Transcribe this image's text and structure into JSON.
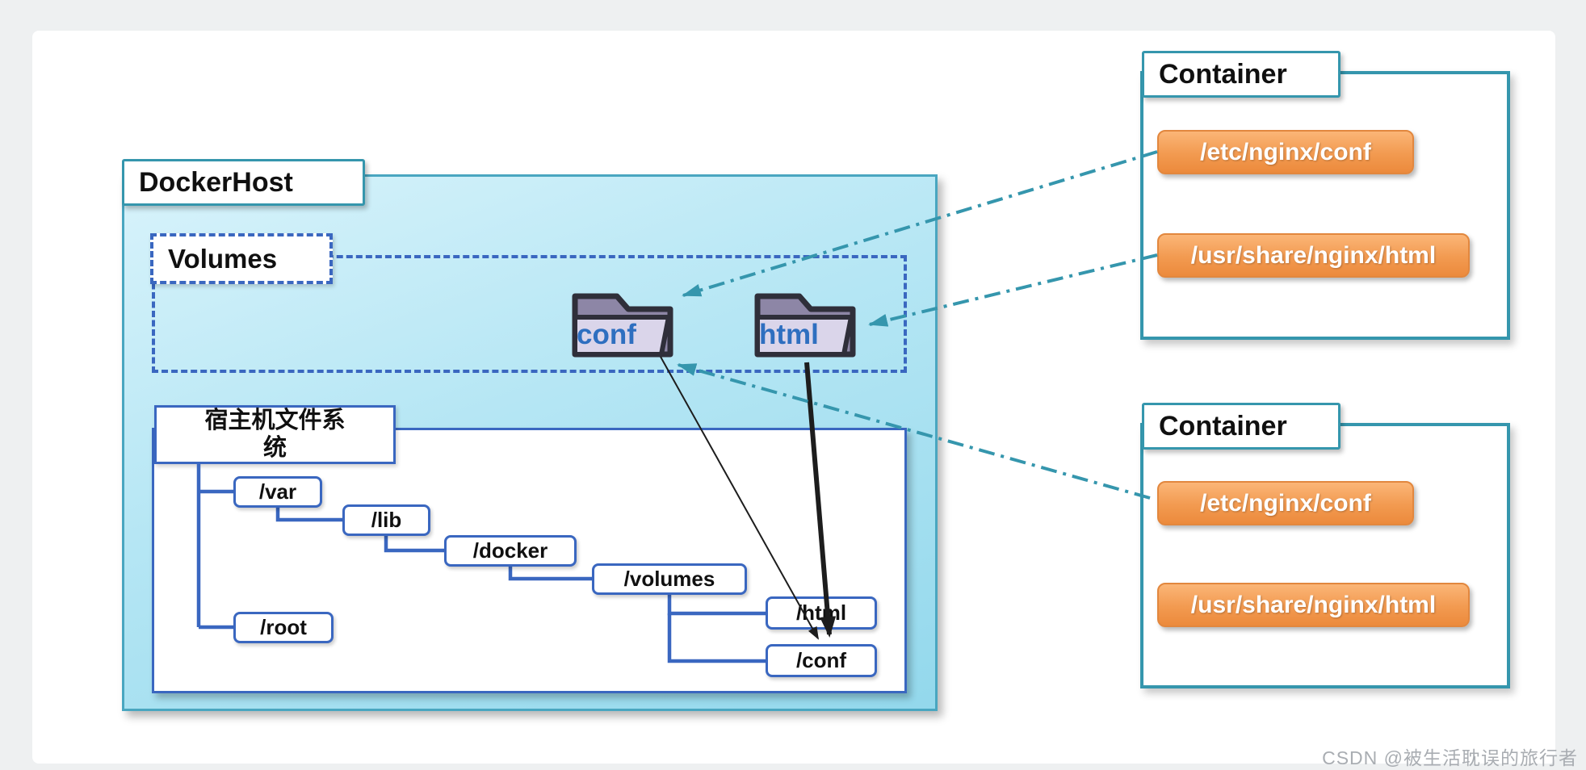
{
  "docker_host": {
    "title": "DockerHost",
    "volumes": {
      "title": "Volumes",
      "folders": [
        {
          "label": "conf"
        },
        {
          "label": "html"
        }
      ]
    },
    "host_filesystem": {
      "title": "宿主机文件系统",
      "title_line1": "宿主机文件系",
      "title_line2": "统",
      "nodes": {
        "var": "/var",
        "lib": "/lib",
        "docker": "/docker",
        "volumes": "/volumes",
        "html": "/html",
        "conf": "/conf",
        "root": "/root"
      }
    }
  },
  "containers": [
    {
      "title": "Container",
      "paths": [
        {
          "label": "/etc/nginx/conf"
        },
        {
          "label": "/usr/share/nginx/html"
        }
      ]
    },
    {
      "title": "Container",
      "paths": [
        {
          "label": "/etc/nginx/conf"
        },
        {
          "label": "/usr/share/nginx/html"
        }
      ]
    }
  ],
  "watermark": "CSDN @被生活耽误的旅行者",
  "colors": {
    "teal": "#3596ad",
    "blue": "#3a67c0",
    "orange_light": "#fbb677",
    "orange_dark": "#ec8a3c",
    "dockerhost_fill_top": "#d8f3fb",
    "dockerhost_fill_bottom": "#93d8ec",
    "folder_label_blue": "#2e6fc0"
  }
}
